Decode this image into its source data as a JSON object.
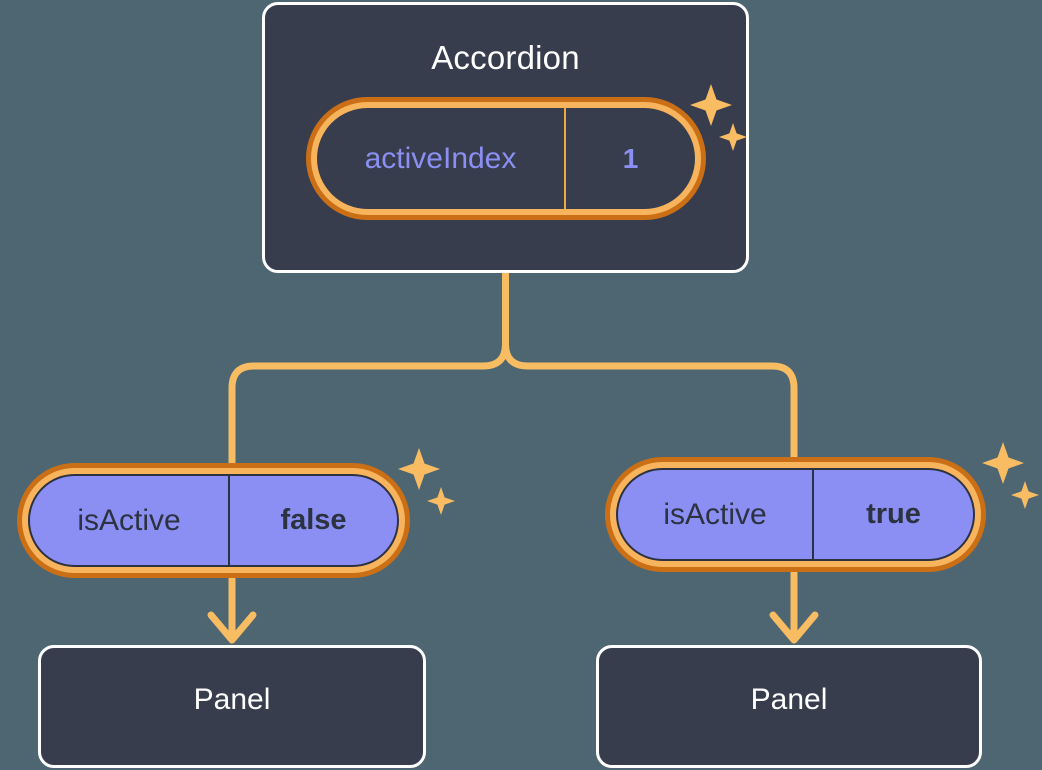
{
  "background_color": "#4d6671",
  "accent_colors": {
    "ring_outer": "#ca6f16",
    "ring_inner": "#f7b45c",
    "wire": "#f8bc63",
    "card_fill": "#373d4c",
    "card_border": "#ffffff",
    "pill_purple": "#8b8ff4",
    "text_periwinkle": "#8b8ff4",
    "text_dark": "#2c3240",
    "sparkle": "#f9bc63"
  },
  "root": {
    "title": "Accordion",
    "state_pill": {
      "key": "activeIndex",
      "value": "1"
    },
    "sparkle_icon": "sparkle-icon"
  },
  "children": [
    {
      "id": "left",
      "prop_pill": {
        "key": "isActive",
        "value": "false"
      },
      "sparkle_icon": "sparkle-icon",
      "component": {
        "title": "Panel"
      }
    },
    {
      "id": "right",
      "prop_pill": {
        "key": "isActive",
        "value": "true"
      },
      "sparkle_icon": "sparkle-icon",
      "component": {
        "title": "Panel"
      }
    }
  ],
  "connectors": {
    "style": "elbow",
    "color": "#f8bc63",
    "arrow_heads": 2
  }
}
